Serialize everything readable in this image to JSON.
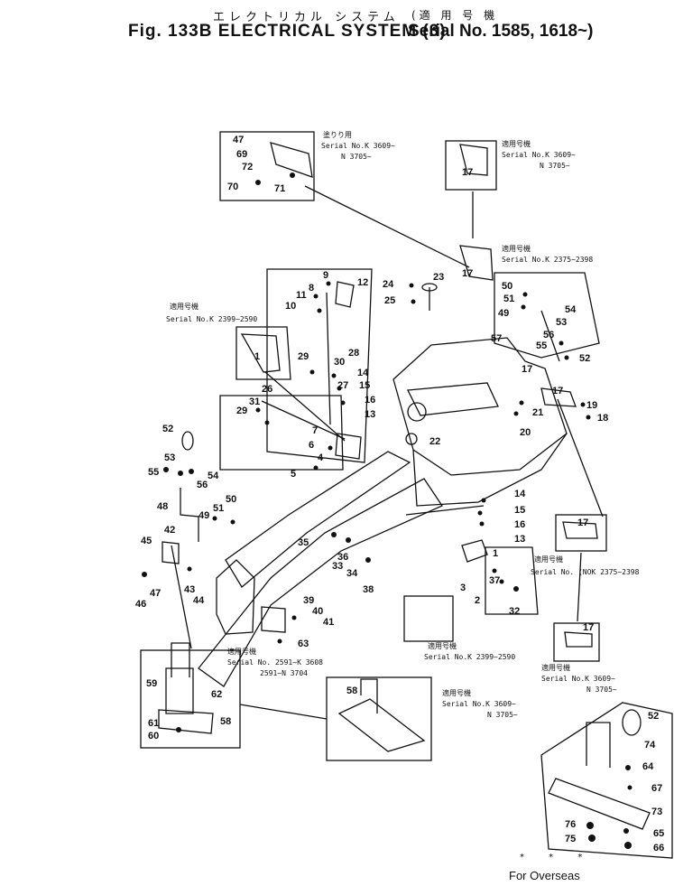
{
  "header": {
    "japanese_title": "エレクトリカル システム",
    "figure_title": "Fig. 133B ELECTRICAL SYSTEM (3)",
    "applicability_jp": "(適 用 号 機",
    "serial_range": "Serial No. 1585, 1618~)"
  },
  "insets": [
    {
      "id": "inset-top-left",
      "label_jp": "塗りり用",
      "serial": "Serial No.K 3609~",
      "serial2": "N 3705~"
    },
    {
      "id": "inset-top-right",
      "label_jp": "適用号機",
      "serial": "Serial No.K 3609~",
      "serial2": "N 3705~"
    },
    {
      "id": "inset-mid-right",
      "label_jp": "適用号機",
      "serial": "Serial No.K 2375~2398"
    },
    {
      "id": "inset-left",
      "label_jp": "適用号機",
      "serial": "Serial No.K 2399~2590"
    },
    {
      "id": "inset-right-lower",
      "label_jp": "適用号機",
      "serial": "Serial No. (NOK 2375~2398"
    },
    {
      "id": "inset-bottom-center",
      "label_jp": "適用号機",
      "serial": "Serial No.K 2399~2590"
    },
    {
      "id": "inset-bottom-right",
      "label_jp": "適用号機",
      "serial": "Serial No.K 3609~",
      "serial2": "N 3705~"
    },
    {
      "id": "inset-bottom-left",
      "label_jp": "適用号機",
      "serial": "Serial No. 2591~K 3608",
      "serial2": "2591~N 3704"
    },
    {
      "id": "inset-bottom-mid",
      "label_jp": "適用号機",
      "serial": "Serial No.K 3609~",
      "serial2": "N 3705~"
    }
  ],
  "part_numbers": {
    "n1": "1",
    "n2": "2",
    "n3": "3",
    "n4": "4",
    "n5": "5",
    "n6": "6",
    "n7": "7",
    "n8": "8",
    "n9": "9",
    "n10": "10",
    "n11": "11",
    "n12": "12",
    "n13": "13",
    "n14": "14",
    "n15": "15",
    "n16": "16",
    "n17": "17",
    "n18": "18",
    "n19": "19",
    "n20": "20",
    "n21": "21",
    "n22": "22",
    "n23": "23",
    "n24": "24",
    "n25": "25",
    "n26": "26",
    "n27": "27",
    "n28": "28",
    "n29": "29",
    "n30": "30",
    "n31": "31",
    "n32": "32",
    "n33": "33",
    "n34": "34",
    "n35": "35",
    "n36": "36",
    "n37": "37",
    "n38": "38",
    "n39": "39",
    "n40": "40",
    "n41": "41",
    "n42": "42",
    "n43": "43",
    "n44": "44",
    "n45": "45",
    "n46": "46",
    "n47": "47",
    "n48": "48",
    "n49": "49",
    "n50": "50",
    "n51": "51",
    "n52": "52",
    "n53": "53",
    "n54": "54",
    "n55": "55",
    "n56": "56",
    "n57": "57",
    "n58": "58",
    "n59": "59",
    "n60": "60",
    "n61": "61",
    "n62": "62",
    "n63": "63",
    "n64": "64",
    "n65": "65",
    "n66": "66",
    "n67": "67",
    "n69": "69",
    "n70": "70",
    "n71": "71",
    "n72": "72",
    "n73": "73",
    "n74": "74",
    "n75": "75",
    "n76": "76",
    "n47b": "47",
    "n52b": "52"
  },
  "footer": {
    "stars": "* * *",
    "note": "For Overseas"
  }
}
